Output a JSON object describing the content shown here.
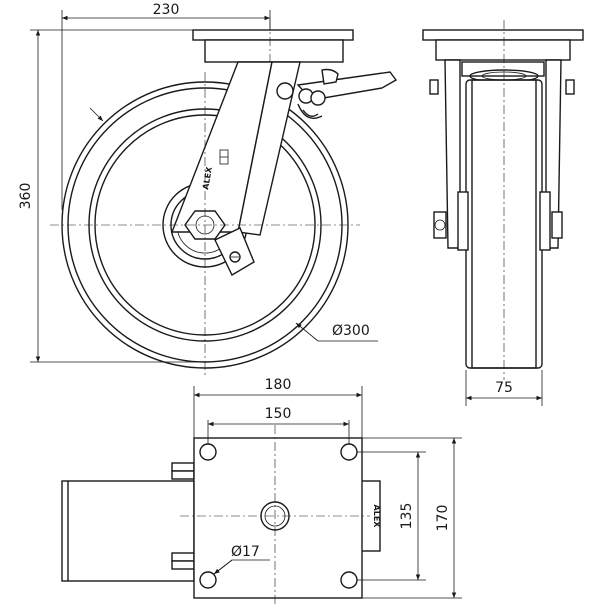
{
  "dimensions": {
    "top_width": "230",
    "height": "360",
    "wheel_diameter": "Ø300",
    "wheel_width": "75",
    "plate_width": "180",
    "hole_spacing_x": "150",
    "hole_spacing_y": "135",
    "plate_length": "170",
    "bolt_hole": "Ø17"
  },
  "brand_marks": {
    "fork_logo": "ALEX",
    "plate_logo": "ALEX"
  }
}
